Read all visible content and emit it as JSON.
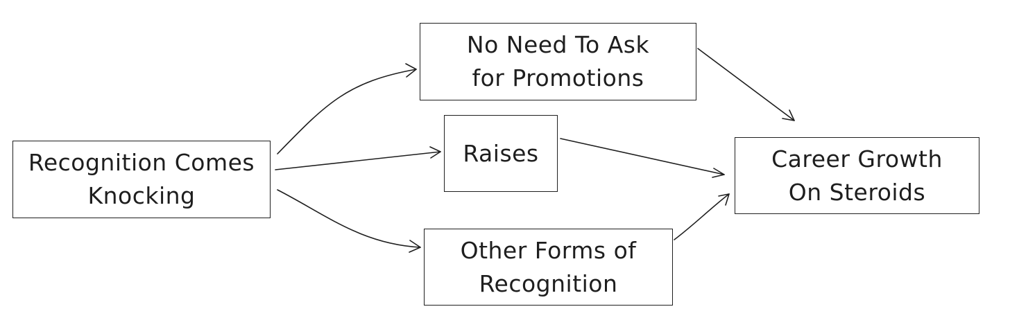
{
  "diagram": {
    "nodes": {
      "recognition": {
        "label": "Recognition Comes\nKnocking"
      },
      "no_need": {
        "label": "No Need To Ask\nfor Promotions"
      },
      "raises": {
        "label": "Raises"
      },
      "other": {
        "label": "Other Forms of\nRecognition"
      },
      "career": {
        "label": "Career Growth\nOn Steroids"
      }
    },
    "edges": [
      {
        "from": "recognition",
        "to": "no_need"
      },
      {
        "from": "recognition",
        "to": "raises"
      },
      {
        "from": "recognition",
        "to": "other"
      },
      {
        "from": "no_need",
        "to": "career"
      },
      {
        "from": "raises",
        "to": "career"
      },
      {
        "from": "other",
        "to": "career"
      }
    ],
    "colors": {
      "stroke": "#1e1e1e",
      "background": "#ffffff"
    }
  }
}
